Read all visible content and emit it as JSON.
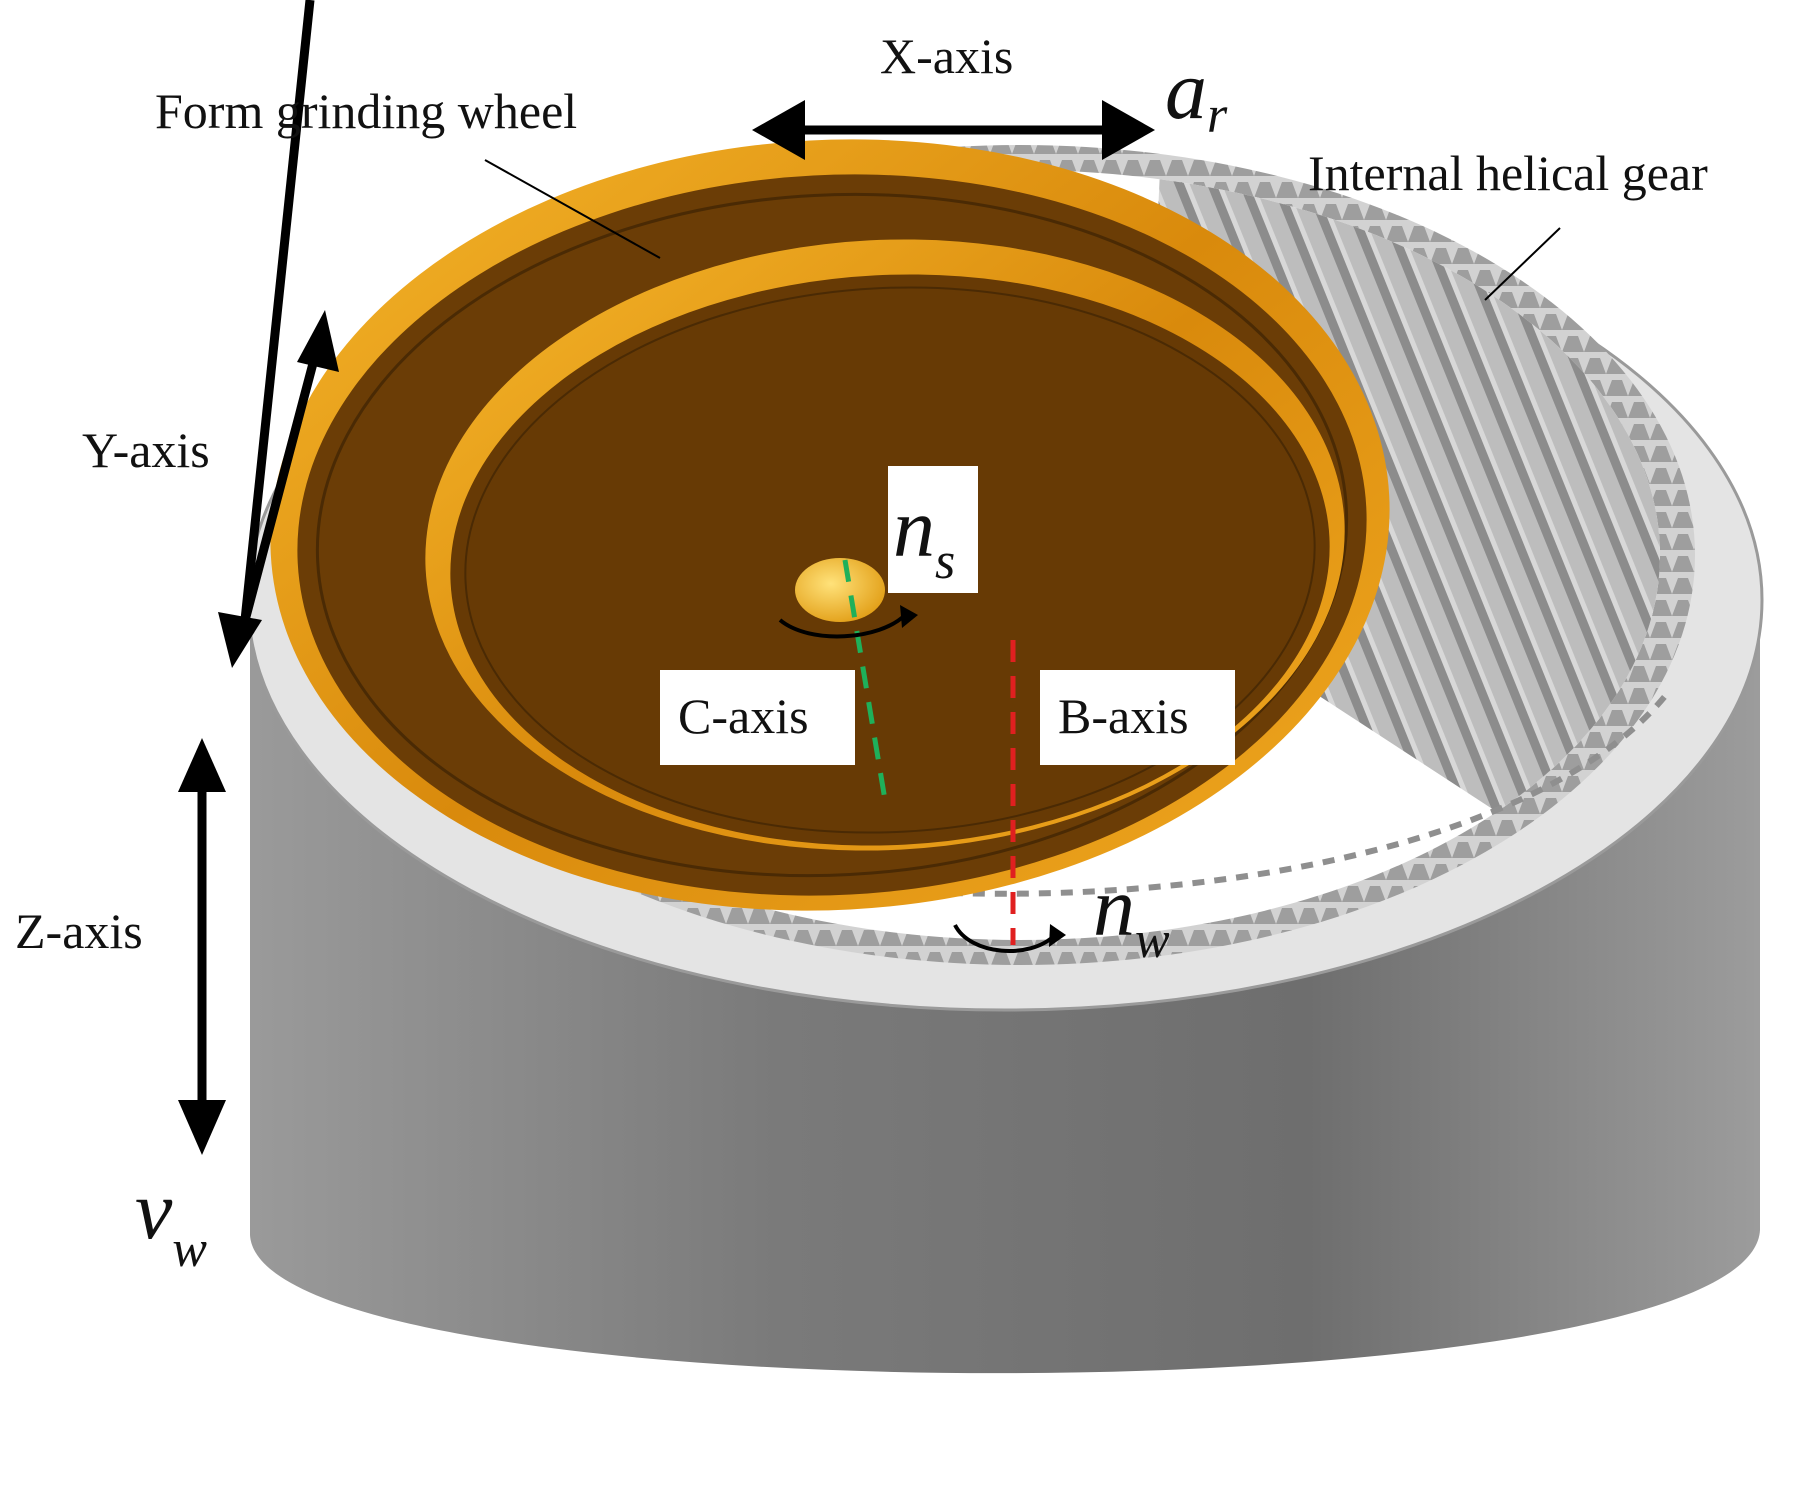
{
  "figure": {
    "labels": {
      "form_grinding_wheel": "Form grinding wheel",
      "internal_helical_gear": "Internal helical gear",
      "x_axis": "X-axis",
      "y_axis": "Y-axis",
      "z_axis": "Z-axis",
      "c_axis": "C-axis",
      "b_axis": "B-axis"
    },
    "symbols": {
      "ar": {
        "base": "a",
        "sub": "r"
      },
      "ns": {
        "base": "n",
        "sub": "s"
      },
      "nw": {
        "base": "n",
        "sub": "w"
      },
      "vw": {
        "base": "v",
        "sub": "w"
      }
    }
  },
  "colors": {
    "wheel": "#6b3d06",
    "wheel_rim": "#e89a12",
    "gear_body": "#8a8a8a",
    "gear_face": "#e6e6e6",
    "c_axis_line": "#1fb05a",
    "b_axis_line": "#e02020",
    "arrow": "#000000"
  }
}
